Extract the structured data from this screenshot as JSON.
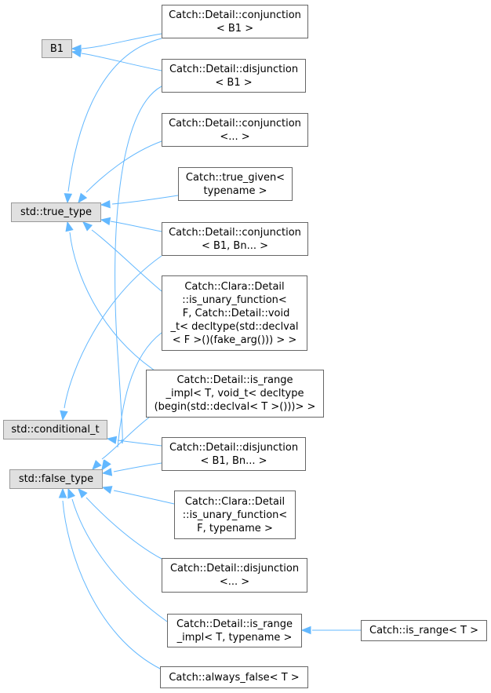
{
  "colors": {
    "edge": "#63b8ff",
    "base_fill": "#e0e0e0",
    "node_border": "#666666"
  },
  "nodes": {
    "b1": {
      "lines": [
        "B1"
      ]
    },
    "true_type": {
      "lines": [
        "std::true_type"
      ]
    },
    "conditional_t": {
      "lines": [
        "std::conditional_t"
      ]
    },
    "false_type": {
      "lines": [
        "std::false_type"
      ]
    },
    "conj_b1": {
      "lines": [
        "Catch::Detail::conjunction",
        "< B1 >"
      ]
    },
    "disj_b1": {
      "lines": [
        "Catch::Detail::disjunction",
        "< B1 >"
      ]
    },
    "conj_dots": {
      "lines": [
        "Catch::Detail::conjunction",
        "<... >"
      ]
    },
    "true_given": {
      "lines": [
        "Catch::true_given<",
        "typename >"
      ]
    },
    "conj_b1bn": {
      "lines": [
        "Catch::Detail::conjunction",
        "< B1, Bn... >"
      ]
    },
    "unary_fn_void": {
      "lines": [
        "Catch::Clara::Detail",
        "::is_unary_function<",
        " F, Catch::Detail::void",
        "_t< decltype(std::declval",
        "< F >()(fake_arg())) > >"
      ]
    },
    "is_range_impl_void": {
      "lines": [
        "Catch::Detail::is_range",
        "_impl< T, void_t< decltype",
        "(begin(std::declval< T >()))> >"
      ]
    },
    "disj_b1bn": {
      "lines": [
        "Catch::Detail::disjunction",
        "< B1, Bn... >"
      ]
    },
    "unary_fn_typename": {
      "lines": [
        "Catch::Clara::Detail",
        "::is_unary_function<",
        "F, typename >"
      ]
    },
    "disj_dots": {
      "lines": [
        "Catch::Detail::disjunction",
        "<... >"
      ]
    },
    "is_range_impl_typename": {
      "lines": [
        "Catch::Detail::is_range",
        "_impl< T, typename >"
      ]
    },
    "always_false": {
      "lines": [
        "Catch::always_false< T >"
      ]
    },
    "is_range": {
      "lines": [
        "Catch::is_range< T >"
      ]
    }
  },
  "edges": [
    [
      "conj_b1",
      "b1"
    ],
    [
      "disj_b1",
      "b1"
    ],
    [
      "conj_b1",
      "true_type"
    ],
    [
      "conj_dots",
      "true_type"
    ],
    [
      "true_given",
      "true_type"
    ],
    [
      "conj_b1bn",
      "true_type"
    ],
    [
      "unary_fn_void",
      "true_type"
    ],
    [
      "is_range_impl_void",
      "true_type"
    ],
    [
      "conj_b1bn",
      "conditional_t"
    ],
    [
      "disj_b1bn",
      "conditional_t"
    ],
    [
      "disj_b1",
      "false_type"
    ],
    [
      "unary_fn_void",
      "false_type"
    ],
    [
      "is_range_impl_void",
      "false_type"
    ],
    [
      "disj_b1bn",
      "false_type"
    ],
    [
      "unary_fn_typename",
      "false_type"
    ],
    [
      "disj_dots",
      "false_type"
    ],
    [
      "is_range_impl_typename",
      "false_type"
    ],
    [
      "always_false",
      "false_type"
    ],
    [
      "is_range",
      "is_range_impl_typename"
    ]
  ]
}
